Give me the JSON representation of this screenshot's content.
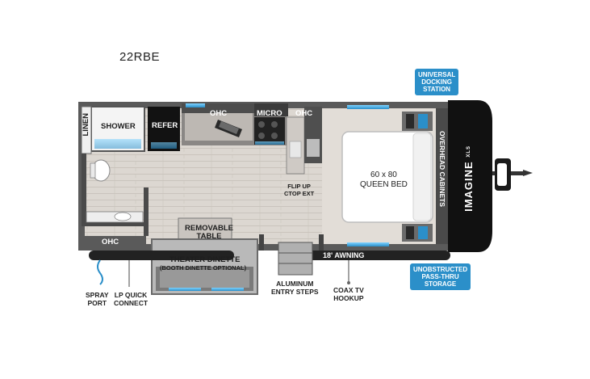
{
  "model": "22RBE",
  "brand_logo": "IMAGINE",
  "brand_sub": "XLS",
  "rooms": {
    "linen": "LINEN",
    "shower": "SHOWER",
    "refer": "REFER",
    "ohc_kitchen": "OHC",
    "micro": "MICRO",
    "ohc_right": "OHC",
    "flip_up": [
      "FLIP UP",
      "CTOP EXT"
    ],
    "bed": [
      "60 x 80",
      "QUEEN BED"
    ],
    "overhead_cabinets": "OVERHEAD CABINETS",
    "removable_table": [
      "REMOVABLE",
      "TABLE"
    ],
    "theater_dinette": "THEATER DINETTE",
    "booth_dinette": "(BOOTH DINETTE OPTIONAL)",
    "ohc_bath": "OHC",
    "awning": "18' AWNING"
  },
  "callouts": {
    "docking": [
      "UNIVERSAL",
      "DOCKING",
      "STATION"
    ],
    "storage": [
      "UNOBSTRUCTED",
      "PASS-THRU",
      "STORAGE"
    ]
  },
  "exterior": {
    "spray_port": [
      "SPRAY",
      "PORT"
    ],
    "lp_quick": [
      "LP QUICK",
      "CONNECT"
    ],
    "entry_steps": [
      "ALUMINUM",
      "ENTRY STEPS"
    ],
    "coax": [
      "COAX TV",
      "HOOKUP"
    ]
  },
  "colors": {
    "wall": "#5a5a5a",
    "floor": "#d9d4ce",
    "accent_blue": "#2b8fc9",
    "cap": "#111111"
  }
}
